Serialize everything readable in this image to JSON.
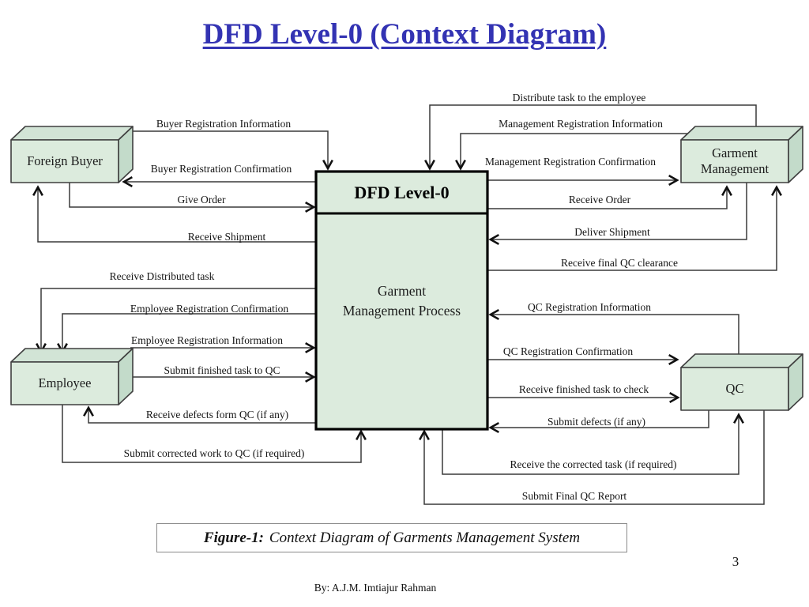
{
  "slide": {
    "title": "DFD Level-0 (Context Diagram)",
    "page_number": "3",
    "footer": "By: A.J.M. Imtiajur Rahman",
    "caption_prefix": "Figure-1:",
    "caption_text": "Context Diagram of Garments Management System"
  },
  "process": {
    "header": "DFD Level-0",
    "body_line1": "Garment",
    "body_line2": "Management Process"
  },
  "entities": [
    {
      "id": "foreign-buyer",
      "label": "Foreign Buyer"
    },
    {
      "id": "garment-management",
      "label": "Garment Management"
    },
    {
      "id": "employee",
      "label": "Employee"
    },
    {
      "id": "qc",
      "label": "QC"
    }
  ],
  "flows": [
    {
      "label": "Buyer Registration Information",
      "from": "Foreign Buyer",
      "to": "Garment Management Process"
    },
    {
      "label": "Buyer Registration Confirmation",
      "from": "Garment Management Process",
      "to": "Foreign Buyer"
    },
    {
      "label": "Give Order",
      "from": "Foreign Buyer",
      "to": "Garment Management Process"
    },
    {
      "label": "Receive Shipment",
      "from": "Garment Management Process",
      "to": "Foreign Buyer"
    },
    {
      "label": "Distribute task  to the employee",
      "from": "Garment Management",
      "to": "Garment Management Process"
    },
    {
      "label": "Management Registration Information",
      "from": "Garment Management",
      "to": "Garment Management Process"
    },
    {
      "label": "Management Registration Confirmation",
      "from": "Garment Management Process",
      "to": "Garment Management"
    },
    {
      "label": "Receive Order",
      "from": "Garment Management Process",
      "to": "Garment Management"
    },
    {
      "label": "Deliver Shipment",
      "from": "Garment Management",
      "to": "Garment Management Process"
    },
    {
      "label": "Receive final QC clearance",
      "from": "Garment Management Process",
      "to": "Garment Management"
    },
    {
      "label": "Receive Distributed task",
      "from": "Garment Management Process",
      "to": "Employee"
    },
    {
      "label": "Employee Registration Confirmation",
      "from": "Garment Management Process",
      "to": "Employee"
    },
    {
      "label": "Employee Registration Information",
      "from": "Employee",
      "to": "Garment Management Process"
    },
    {
      "label": "Submit finished task to QC",
      "from": "Employee",
      "to": "Garment Management Process"
    },
    {
      "label": "Receive defects form QC (if any)",
      "from": "Garment Management Process",
      "to": "Employee"
    },
    {
      "label": "Submit corrected work to QC (if required)",
      "from": "Employee",
      "to": "Garment Management Process"
    },
    {
      "label": "QC Registration Information",
      "from": "QC",
      "to": "Garment Management Process"
    },
    {
      "label": "QC Registration Confirmation",
      "from": "Garment Management Process",
      "to": "QC"
    },
    {
      "label": "Receive finished task to check",
      "from": "Garment Management Process",
      "to": "QC"
    },
    {
      "label": "Submit defects (if any)",
      "from": "QC",
      "to": "Garment Management Process"
    },
    {
      "label": "Receive the corrected task (if required)",
      "from": "Garment Management Process",
      "to": "QC"
    },
    {
      "label": "Submit Final QC  Report",
      "from": "QC",
      "to": "Garment Management Process"
    }
  ],
  "colors": {
    "title_blue": "#3333b3",
    "box_fill": "#dcebdd",
    "box_top_fill": "#d2e4d6",
    "box_side_fill": "#c3dbca",
    "line": "#3a3a3a"
  }
}
